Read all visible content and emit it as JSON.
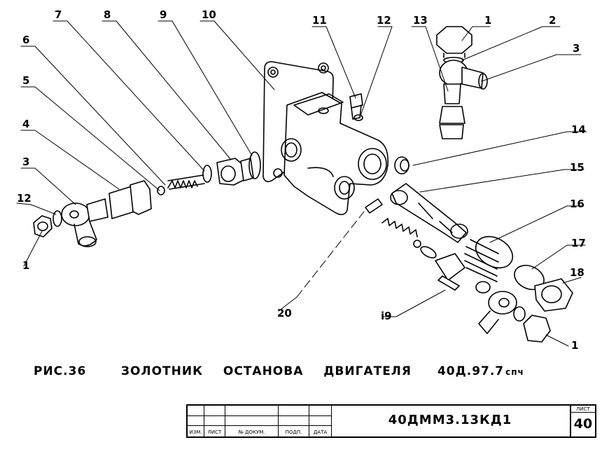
{
  "callouts": [
    {
      "id": "c1a",
      "text": "1"
    },
    {
      "id": "c2a",
      "text": "2"
    },
    {
      "id": "c3a",
      "text": "3"
    },
    {
      "id": "c13",
      "text": "13"
    },
    {
      "id": "c12a",
      "text": "12"
    },
    {
      "id": "c11",
      "text": "11"
    },
    {
      "id": "c10",
      "text": "10"
    },
    {
      "id": "c9",
      "text": "9"
    },
    {
      "id": "c8",
      "text": "8"
    },
    {
      "id": "c7",
      "text": "7"
    },
    {
      "id": "c6",
      "text": "6"
    },
    {
      "id": "c5",
      "text": "5"
    },
    {
      "id": "c4",
      "text": "4"
    },
    {
      "id": "c3b",
      "text": "3"
    },
    {
      "id": "c12b",
      "text": "12"
    },
    {
      "id": "c1b",
      "text": "1"
    },
    {
      "id": "c14",
      "text": "14"
    },
    {
      "id": "c15",
      "text": "15"
    },
    {
      "id": "c16",
      "text": "16"
    },
    {
      "id": "c17",
      "text": "17"
    },
    {
      "id": "c18",
      "text": "18"
    },
    {
      "id": "c1c",
      "text": "1"
    },
    {
      "id": "c19",
      "text": "i9"
    },
    {
      "id": "c20",
      "text": "20"
    }
  ],
  "caption": {
    "figure": "РИС.36",
    "title": "ЗОЛОТНИК ОСТАНОВА ДВИГАТЕЛЯ",
    "code": "40Д.97.7",
    "code_suffix": "спч"
  },
  "title_block": {
    "columns": [
      "ИЗМ.",
      "ЛИСТ",
      "№ ДОКУМ.",
      "ПОДП.",
      "ДАТА"
    ],
    "document_number": "40ДММ3.13КД1",
    "sheet_label": "ЛИСТ",
    "sheet_number": "40"
  }
}
